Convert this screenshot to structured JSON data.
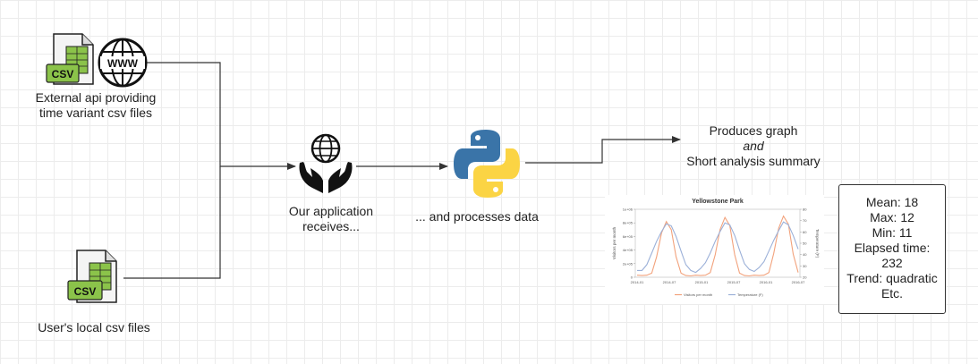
{
  "external_api": {
    "label_line1": "External api providing",
    "label_line2": "time variant csv files",
    "csv_icon_text": "CSV",
    "www_icon_text": "WWW",
    "icons": [
      "csv-file-icon",
      "globe-www-icon"
    ]
  },
  "local_files": {
    "label": "User's local csv files",
    "csv_icon_text": "CSV",
    "icons": [
      "csv-file-icon"
    ]
  },
  "application": {
    "label_line1": "Our application",
    "label_line2": "receives...",
    "icons": [
      "hands-globe-icon"
    ]
  },
  "processor": {
    "label": "... and processes data",
    "icons": [
      "python-logo-icon"
    ]
  },
  "output": {
    "line1": "Produces graph",
    "line2": "and",
    "line3": "Short analysis summary"
  },
  "summary": {
    "lines": [
      "Mean: 18",
      "Max: 12",
      "Min: 11",
      "Elapsed time:",
      "232",
      "Trend: quadratic",
      "Etc."
    ]
  },
  "chart_data": {
    "type": "line",
    "title": "Yellowstone Park",
    "x_ticks": [
      "2014-01",
      "2014-07",
      "2015-01",
      "2015-07",
      "2016-01",
      "2016-07"
    ],
    "y_ticks": [
      "0",
      "2e+05",
      "4e+05",
      "6e+05",
      "8e+05",
      "1e+06"
    ],
    "y2_ticks": [
      "20",
      "30",
      "40",
      "50",
      "60",
      "70",
      "80"
    ],
    "ylabel": "Visitors per month",
    "y2label": "Temperature (F)",
    "ylim": [
      0,
      1000000
    ],
    "y2lim": [
      15,
      85
    ],
    "series": [
      {
        "name": "Visitors per month",
        "color": "#f2a27c",
        "axis": "left",
        "values": [
          30000,
          25000,
          30000,
          60000,
          300000,
          650000,
          820000,
          700000,
          300000,
          60000,
          25000,
          20000,
          30000,
          25000,
          30000,
          70000,
          330000,
          700000,
          880000,
          760000,
          330000,
          60000,
          25000,
          20000,
          30000,
          25000,
          30000,
          70000,
          350000,
          720000,
          900000,
          780000,
          340000,
          70000
        ]
      },
      {
        "name": "Temperature (F)",
        "color": "#9bb0d8",
        "axis": "right",
        "values": [
          22,
          22,
          28,
          40,
          52,
          62,
          70,
          68,
          57,
          42,
          28,
          22,
          20,
          24,
          30,
          40,
          52,
          62,
          71,
          69,
          58,
          43,
          29,
          23,
          21,
          25,
          31,
          42,
          53,
          63,
          72,
          69,
          58,
          44
        ]
      }
    ]
  }
}
